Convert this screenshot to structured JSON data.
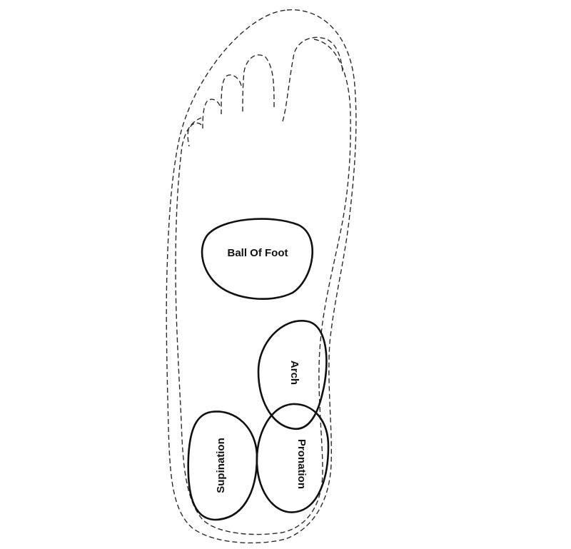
{
  "diagram": {
    "zones": {
      "ball_of_foot": {
        "label": "Ball Of Foot"
      },
      "arch": {
        "label": "Arch"
      },
      "supination": {
        "label": "Supination"
      },
      "pronation": {
        "label": "Pronation"
      }
    },
    "colors": {
      "zone_stroke": "#111111",
      "outline_stroke": "#2b2b2b",
      "background": "#ffffff"
    }
  }
}
